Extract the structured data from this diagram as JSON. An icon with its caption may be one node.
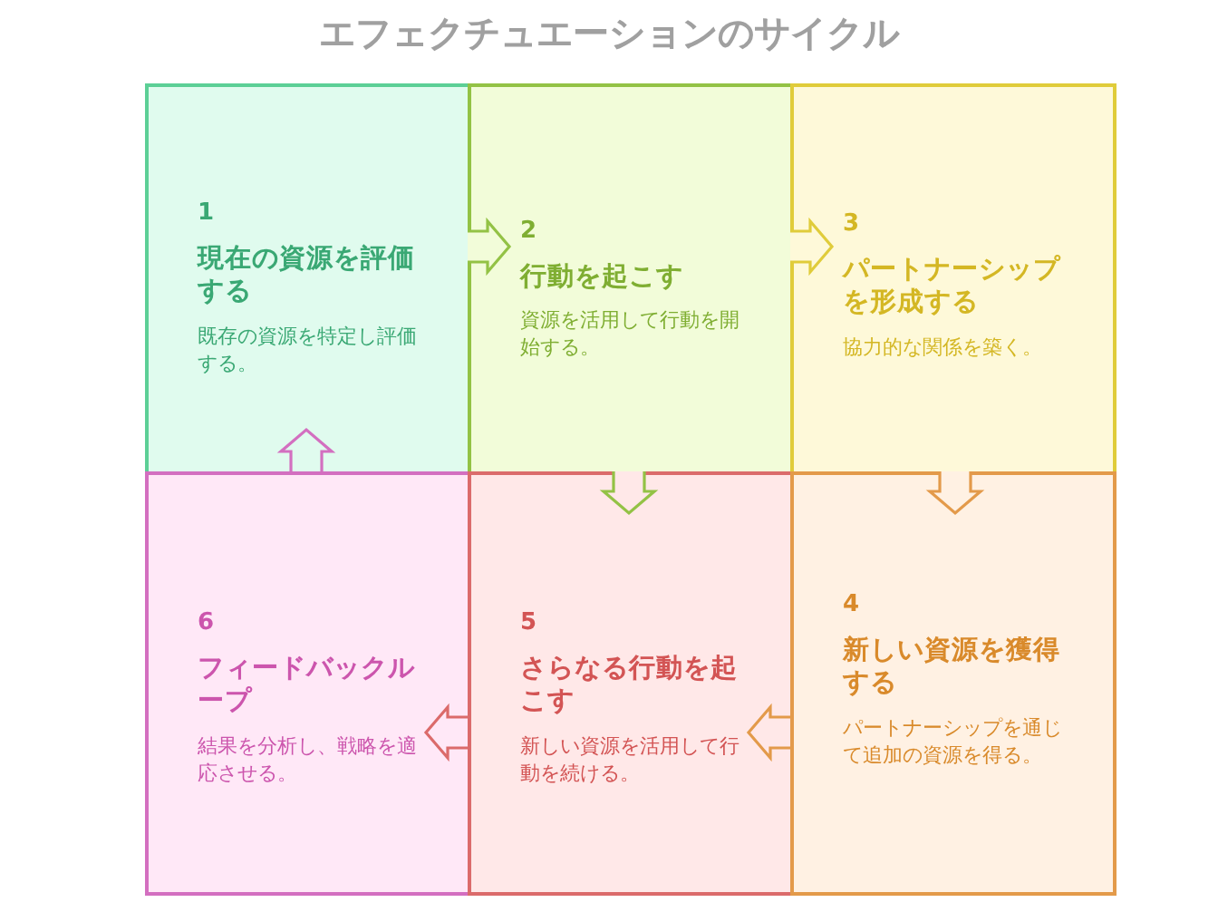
{
  "diagram": {
    "title": "エフェクチュエーションのサイクル",
    "nodes": [
      {
        "text": [
          "1",
          "現在の資源を評価する",
          "既存の資源を特定し評価する。"
        ]
      },
      {
        "text": [
          "2",
          "行動を起こす",
          "資源を活用して行動を開始する。"
        ]
      },
      {
        "text": [
          "3",
          "パートナーシップを形成する",
          "協力的な関係を築く。"
        ]
      },
      {
        "text": [
          "6",
          "フィードバックループ",
          "結果を分析し、戦略を適応させる。"
        ]
      },
      {
        "text": [
          "5",
          "さらなる行動を起こす",
          "新しい資源を活用して行動を続ける。"
        ]
      },
      {
        "text": [
          "4",
          "新しい資源を獲得する",
          "パートナーシップを通じて追加の資源を得る。"
        ]
      }
    ],
    "edges": [
      {
        "from": 0,
        "to": 1,
        "arrow": "to",
        "color": "#93c245"
      },
      {
        "from": 1,
        "to": 2,
        "arrow": "to",
        "color": "#e0cc3a"
      },
      {
        "from": 2,
        "to": 5,
        "arrow": "to",
        "color": "#e39a4a"
      },
      {
        "from": 1,
        "to": 4,
        "arrow": "to",
        "color": "#93c245"
      },
      {
        "from": 5,
        "to": 4,
        "arrow": "to",
        "color": "#e39a4a"
      },
      {
        "from": 4,
        "to": 3,
        "arrow": "to",
        "color": "#db6b6b"
      },
      {
        "from": 3,
        "to": 0,
        "arrow": "to",
        "color": "#d36fc0"
      }
    ]
  }
}
